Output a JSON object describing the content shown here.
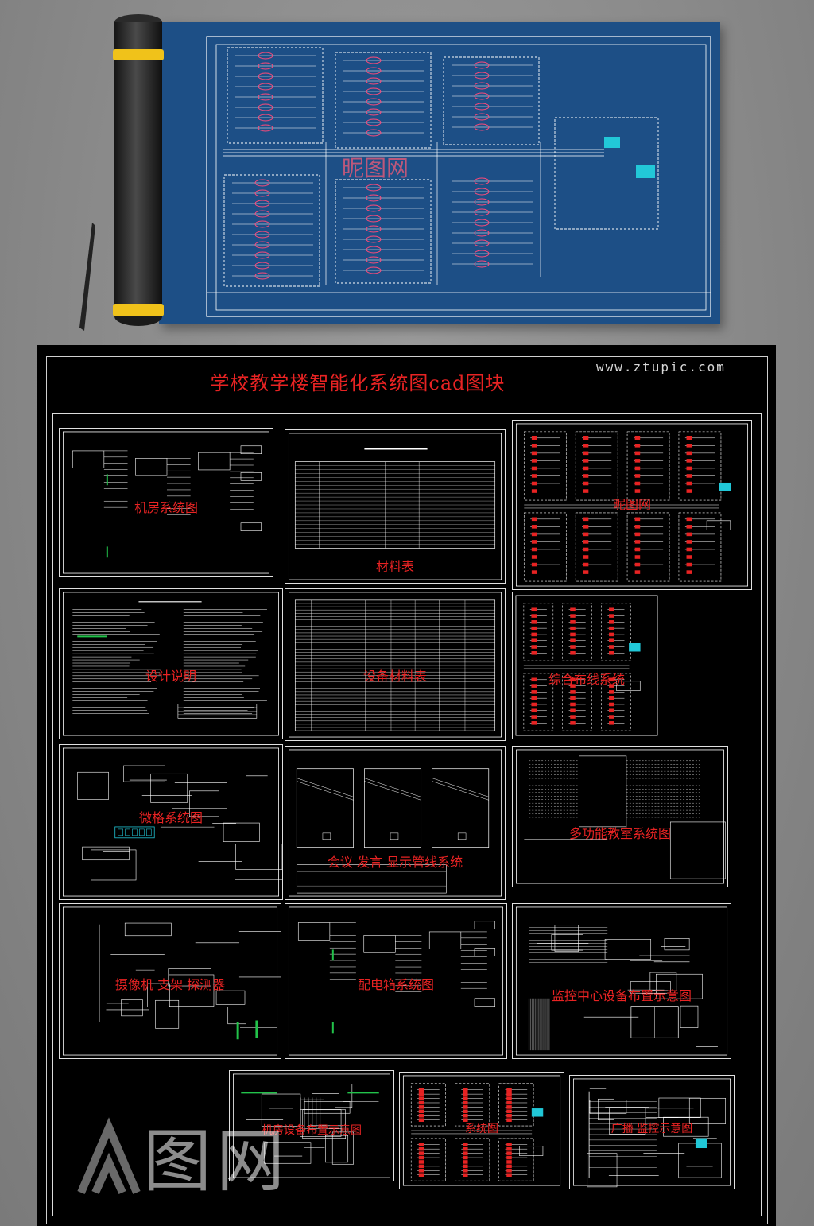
{
  "page": {
    "title": "学校教学楼智能化系统图cad图块",
    "site_url": "www.ztupic.com",
    "watermark_small": "昵图网",
    "watermark_logo": "图网"
  },
  "panels": [
    {
      "id": "p1",
      "label": "机房系统图"
    },
    {
      "id": "p2",
      "label": "材料表"
    },
    {
      "id": "p3",
      "label": "昵图网"
    },
    {
      "id": "p4",
      "label": "设计说明"
    },
    {
      "id": "p5",
      "label": "设备材料表"
    },
    {
      "id": "p6",
      "label": "综合布线系统"
    },
    {
      "id": "p7",
      "label": "微格系统图"
    },
    {
      "id": "p8",
      "label": "会议 发言 显示管线系统"
    },
    {
      "id": "p9",
      "label": "多功能教室系统图"
    },
    {
      "id": "p10",
      "label": "摄像机 支架 探测器"
    },
    {
      "id": "p11",
      "label": "配电箱系统图"
    },
    {
      "id": "p12",
      "label": "监控中心设备布置示意图"
    },
    {
      "id": "p13",
      "label": "机房设备布置示意图"
    },
    {
      "id": "p14",
      "label": "系统图"
    },
    {
      "id": "p15",
      "label": "广播 监控示意图"
    }
  ],
  "colors": {
    "background": "#8a8a8a",
    "blueprint": "#1d4f86",
    "sheet": "#000000",
    "label_red": "#e82323",
    "line_white": "#ffffff",
    "accent_green": "#22c24a",
    "accent_cyan": "#21c8d8"
  }
}
